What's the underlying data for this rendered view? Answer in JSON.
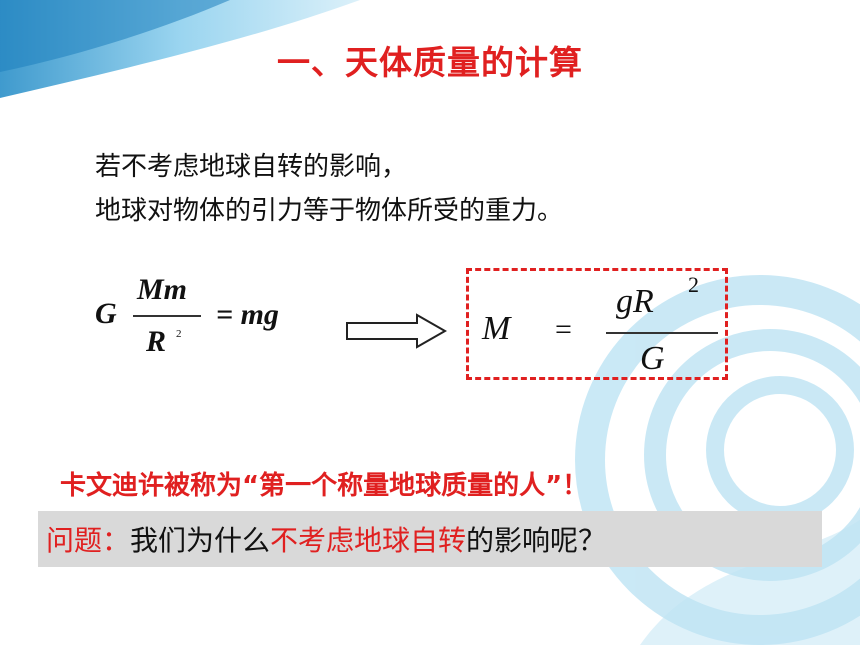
{
  "slide": {
    "title": "一、天体质量的计算",
    "lines": [
      "若不考虑地球自转的影响，",
      "地球对物体的引力等于物体所受的重力。"
    ],
    "formula_left": {
      "G": "G",
      "numerator": "Mm",
      "denominator": "R",
      "exponent": "2",
      "rhs": "= mg"
    },
    "formula_right": {
      "lhs": "M",
      "equals": "=",
      "numerator": "gR",
      "exponent": "2",
      "denominator": "G"
    },
    "note": "卡文迪许被称为“第一个称量地球质量的人”！",
    "question": {
      "label": "问题：",
      "part1": "我们为什么",
      "highlight": "不考虑地球自转",
      "part2": "的影响呢？"
    }
  },
  "colors": {
    "accent": "#e02020",
    "swirl": "#7cc6e6",
    "question_bar": "#d9d9d9"
  }
}
